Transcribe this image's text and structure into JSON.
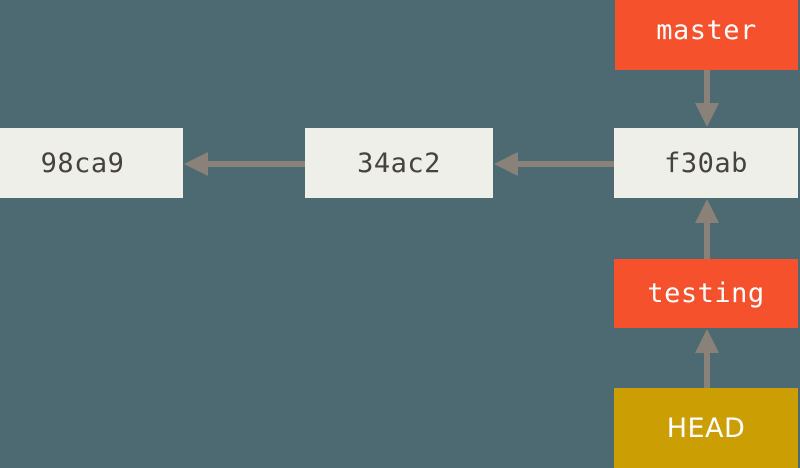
{
  "diagram": {
    "title": "git-branch-head-diagram",
    "background_color": "#4d6a73",
    "commit_box_color": "#eeefe8",
    "commit_text_color": "#45423f",
    "branch_box_color": "#f4512c",
    "head_box_color": "#cb9e04",
    "arrow_color": "#8a8279",
    "label_text_color": "#ffffff"
  },
  "commits": [
    {
      "id": "98ca9",
      "label": "98ca9"
    },
    {
      "id": "34ac2",
      "label": "34ac2"
    },
    {
      "id": "f30ab",
      "label": "f30ab"
    }
  ],
  "branches": [
    {
      "id": "master",
      "label": "master"
    },
    {
      "id": "testing",
      "label": "testing"
    }
  ],
  "pointer": {
    "id": "head",
    "label": "HEAD"
  },
  "edges": [
    {
      "id": "34ac2-to-98ca9",
      "from": "34ac2",
      "to": "98ca9",
      "direction": "left"
    },
    {
      "id": "f30ab-to-34ac2",
      "from": "f30ab",
      "to": "34ac2",
      "direction": "left"
    },
    {
      "id": "master-to-f30ab",
      "from": "master",
      "to": "f30ab",
      "direction": "down"
    },
    {
      "id": "testing-to-f30ab",
      "from": "testing",
      "to": "f30ab",
      "direction": "up"
    },
    {
      "id": "head-to-testing",
      "from": "head",
      "to": "testing",
      "direction": "up"
    }
  ]
}
